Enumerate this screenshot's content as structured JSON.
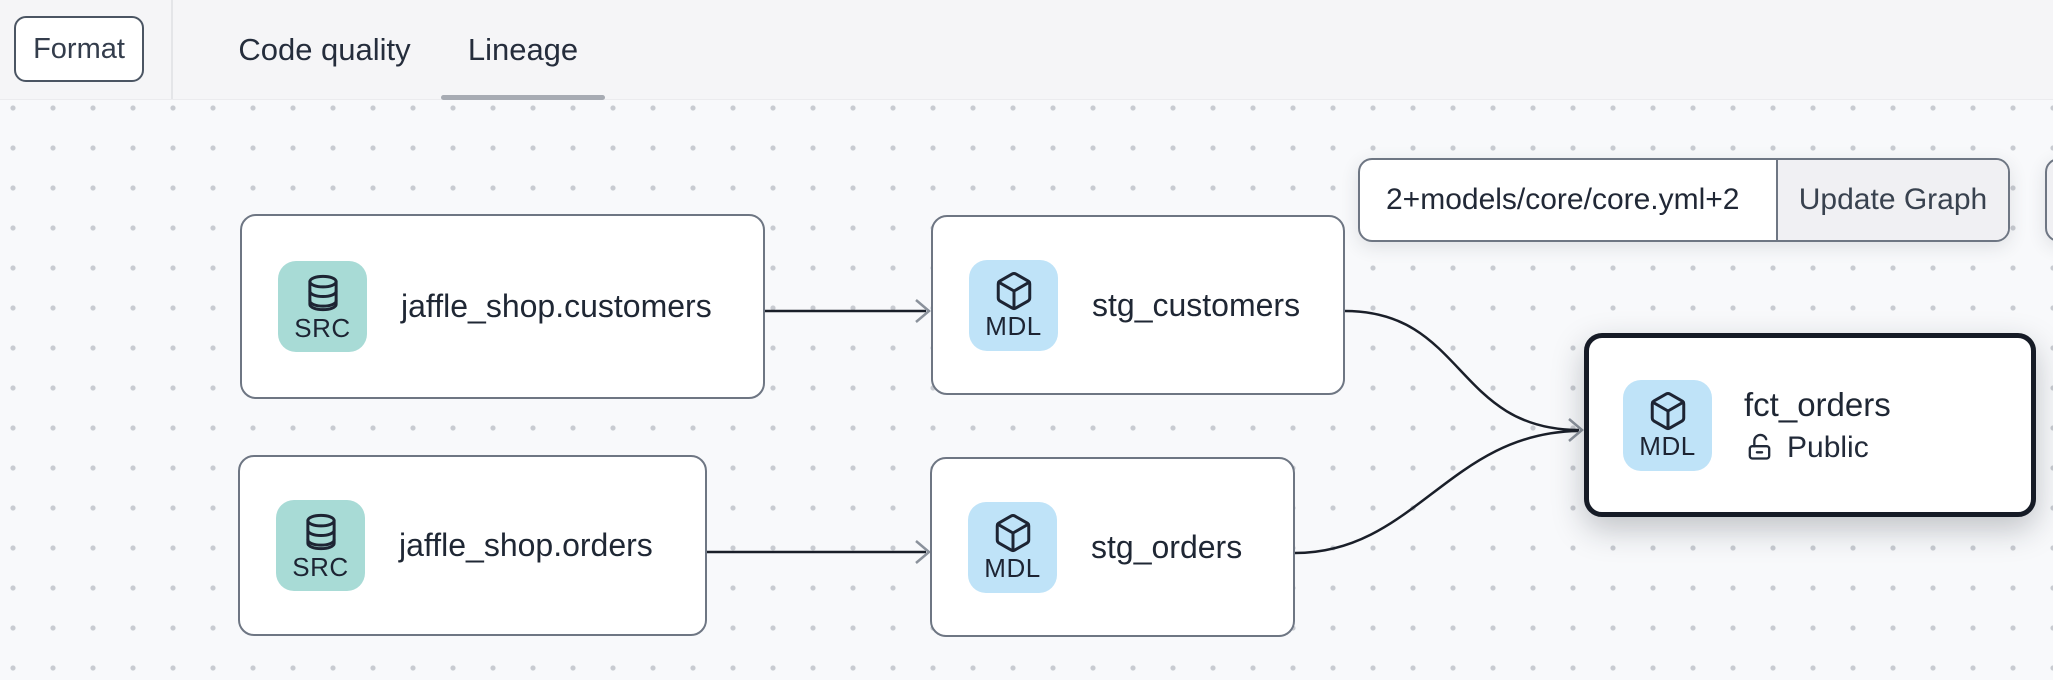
{
  "header": {
    "format_button": "Format",
    "tabs": [
      {
        "label": "Code quality",
        "active": false
      },
      {
        "label": "Lineage",
        "active": true
      }
    ]
  },
  "controls": {
    "selector_input_value": "2+models/core/core.yml+2",
    "update_button": "Update Graph"
  },
  "graph": {
    "nodes": [
      {
        "type": "source",
        "badge": "SRC",
        "icon": "database-icon",
        "label": "jaffle_shop.customers"
      },
      {
        "type": "model",
        "badge": "MDL",
        "icon": "cube-icon",
        "label": "stg_customers"
      },
      {
        "type": "source",
        "badge": "SRC",
        "icon": "database-icon",
        "label": "jaffle_shop.orders"
      },
      {
        "type": "model",
        "badge": "MDL",
        "icon": "cube-icon",
        "label": "stg_orders"
      },
      {
        "type": "model",
        "badge": "MDL",
        "icon": "cube-icon",
        "label": "fct_orders",
        "access": "Public",
        "access_icon": "lock-open-icon",
        "selected": true
      }
    ],
    "edges": [
      {
        "from": "jaffle_shop.customers",
        "to": "stg_customers"
      },
      {
        "from": "jaffle_shop.orders",
        "to": "stg_orders"
      },
      {
        "from": "stg_customers",
        "to": "fct_orders"
      },
      {
        "from": "stg_orders",
        "to": "fct_orders"
      }
    ]
  },
  "colors": {
    "source_badge_bg": "#a8dbd6",
    "model_badge_bg": "#bfe3f8",
    "edge_stroke": "#1a1f29",
    "arrow_stroke": "#8b929c",
    "node_border": "#6e7683",
    "selected_node_border": "#161b26",
    "tab_underline": "#a7abb3",
    "topbar_bg": "#f5f5f7",
    "text_dark": "#1f2734"
  }
}
